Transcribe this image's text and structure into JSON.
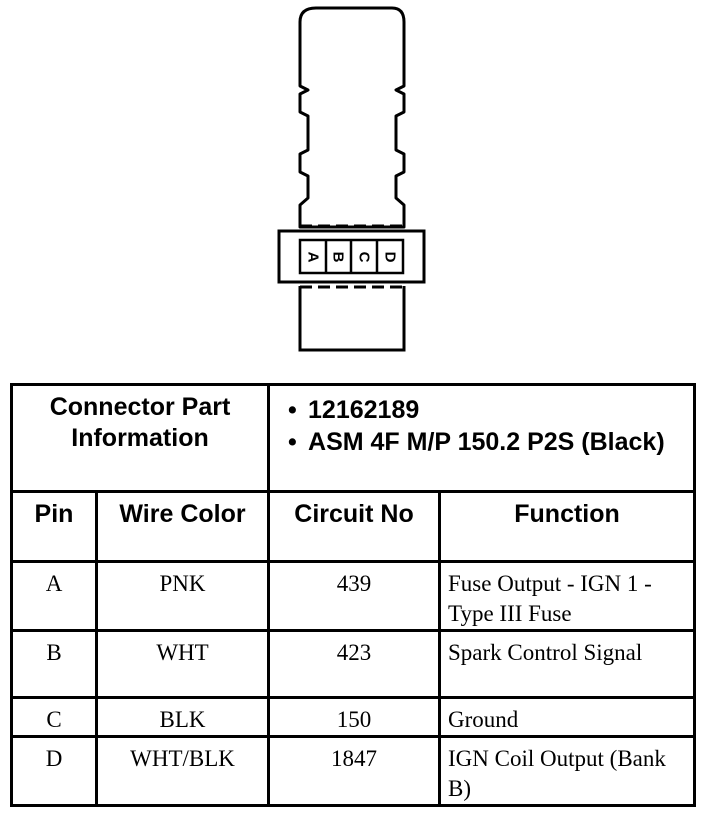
{
  "connector": {
    "pins": [
      "A",
      "B",
      "C",
      "D"
    ]
  },
  "table": {
    "part_info_label": "Connector Part Information",
    "part_info": [
      "12162189",
      "ASM 4F M/P 150.2 P2S (Black)"
    ],
    "headers": {
      "pin": "Pin",
      "wire_color": "Wire Color",
      "circuit_no": "Circuit No",
      "function": "Function"
    },
    "rows": [
      {
        "pin": "A",
        "wire_color": "PNK",
        "circuit_no": "439",
        "function": "Fuse Output - IGN 1 - Type III Fuse"
      },
      {
        "pin": "B",
        "wire_color": "WHT",
        "circuit_no": "423",
        "function": "Spark Control Signal"
      },
      {
        "pin": "C",
        "wire_color": "BLK",
        "circuit_no": "150",
        "function": "Ground"
      },
      {
        "pin": "D",
        "wire_color": "WHT/BLK",
        "circuit_no": "1847",
        "function": "IGN Coil Output (Bank B)"
      }
    ]
  }
}
